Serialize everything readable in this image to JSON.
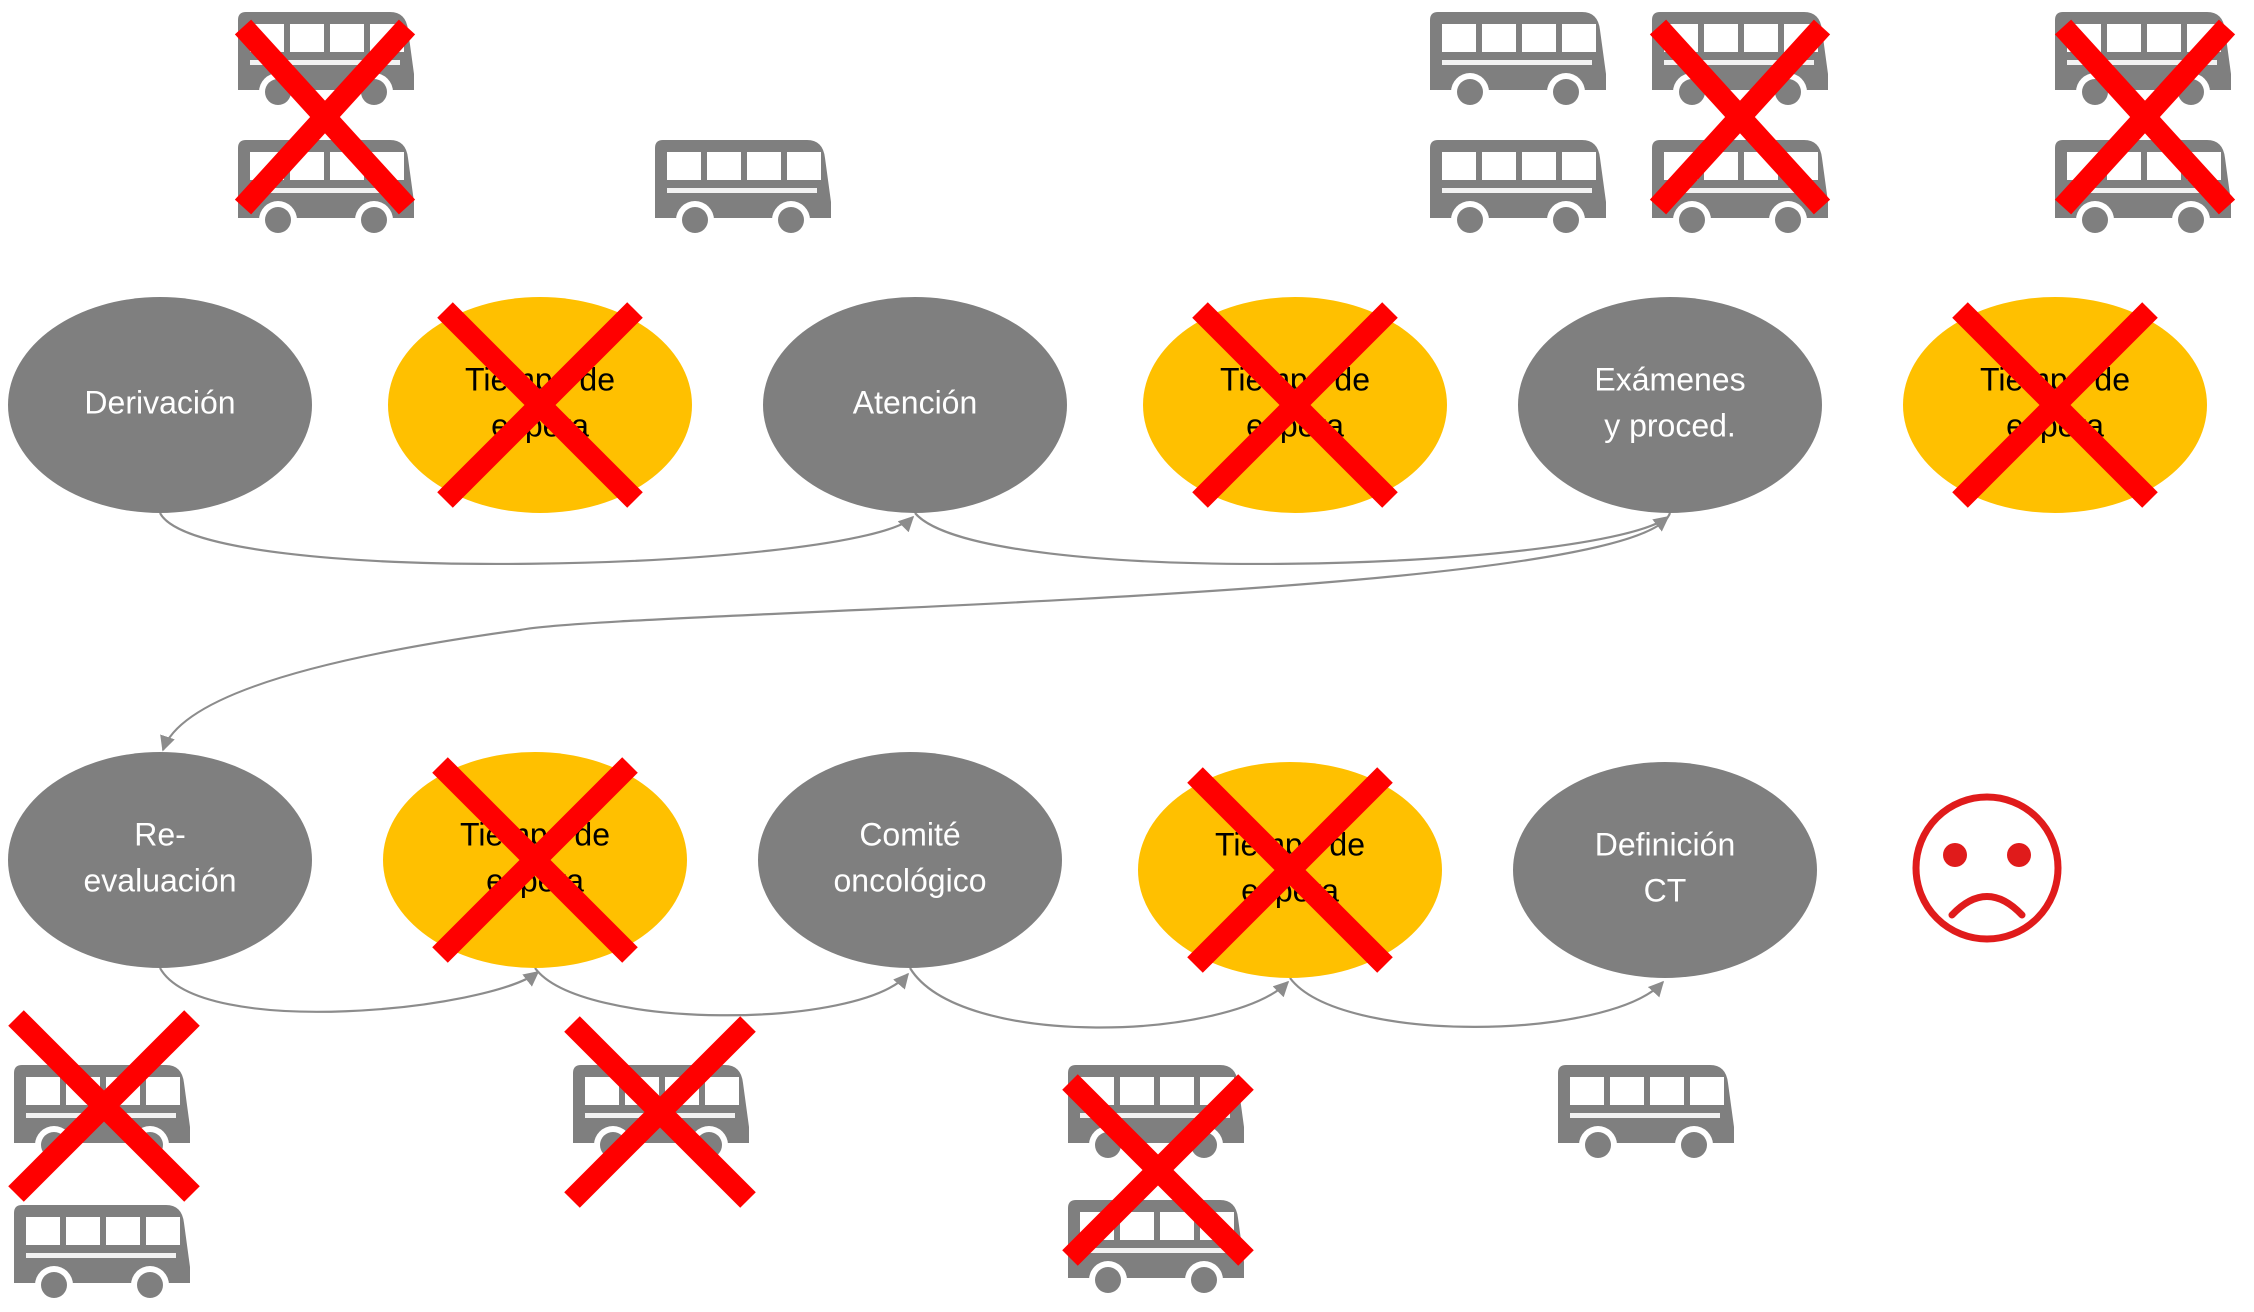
{
  "colors": {
    "step_fill": "#7f7f7f",
    "step_text": "#ffffff",
    "wait_fill": "#ffc000",
    "wait_text": "#000000",
    "cross": "#ff0000",
    "bus": "#7f7f7f",
    "connector": "#8c8c8c",
    "sad_face": "#e01b1b"
  },
  "nodes": [
    {
      "id": "derivacion",
      "kind": "step",
      "lines": [
        "Derivación"
      ],
      "crossed": false
    },
    {
      "id": "espera-1",
      "kind": "wait",
      "lines": [
        "Tiempo de",
        "espera"
      ],
      "crossed": true
    },
    {
      "id": "atencion",
      "kind": "step",
      "lines": [
        "Atención"
      ],
      "crossed": false
    },
    {
      "id": "espera-2",
      "kind": "wait",
      "lines": [
        "Tiempo de",
        "espera"
      ],
      "crossed": true
    },
    {
      "id": "examenes",
      "kind": "step",
      "lines": [
        "Exámenes",
        "y proced."
      ],
      "crossed": false
    },
    {
      "id": "espera-3",
      "kind": "wait",
      "lines": [
        "Tiempo de",
        "espera"
      ],
      "crossed": true
    },
    {
      "id": "reevaluacion",
      "kind": "step",
      "lines": [
        "Re-",
        "evaluación"
      ],
      "crossed": false
    },
    {
      "id": "espera-4",
      "kind": "wait",
      "lines": [
        "Tiempo de",
        "espera"
      ],
      "crossed": true
    },
    {
      "id": "comite",
      "kind": "step",
      "lines": [
        "Comité",
        "oncológico"
      ],
      "crossed": false
    },
    {
      "id": "espera-5",
      "kind": "wait",
      "lines": [
        "Tiempo de",
        "espera"
      ],
      "crossed": true
    },
    {
      "id": "definicion",
      "kind": "step",
      "lines": [
        "Definición",
        "CT"
      ],
      "crossed": false
    }
  ],
  "edges": [
    {
      "from": "derivacion",
      "to": "atencion"
    },
    {
      "from": "atencion",
      "to": "examenes"
    },
    {
      "from": "examenes",
      "to": "reevaluacion"
    },
    {
      "from": "reevaluacion",
      "to": "espera-4"
    },
    {
      "from": "espera-4",
      "to": "comite"
    },
    {
      "from": "comite",
      "to": "espera-5"
    },
    {
      "from": "espera-5",
      "to": "definicion"
    }
  ],
  "buses": [
    {
      "group": "top-1",
      "crossed": true
    },
    {
      "group": "top-1",
      "crossed": true
    },
    {
      "group": "top-2",
      "crossed": false
    },
    {
      "group": "top-3",
      "crossed": false
    },
    {
      "group": "top-3",
      "crossed": false
    },
    {
      "group": "top-4",
      "crossed": true
    },
    {
      "group": "top-4",
      "crossed": true
    },
    {
      "group": "top-5",
      "crossed": true
    },
    {
      "group": "top-5",
      "crossed": true
    },
    {
      "group": "bottom-1",
      "crossed": true
    },
    {
      "group": "bottom-1",
      "crossed": false
    },
    {
      "group": "bottom-2",
      "crossed": true
    },
    {
      "group": "bottom-3",
      "crossed": true
    },
    {
      "group": "bottom-3",
      "crossed": true
    },
    {
      "group": "bottom-4",
      "crossed": false
    }
  ],
  "outcome_icon": "sad-face-icon"
}
